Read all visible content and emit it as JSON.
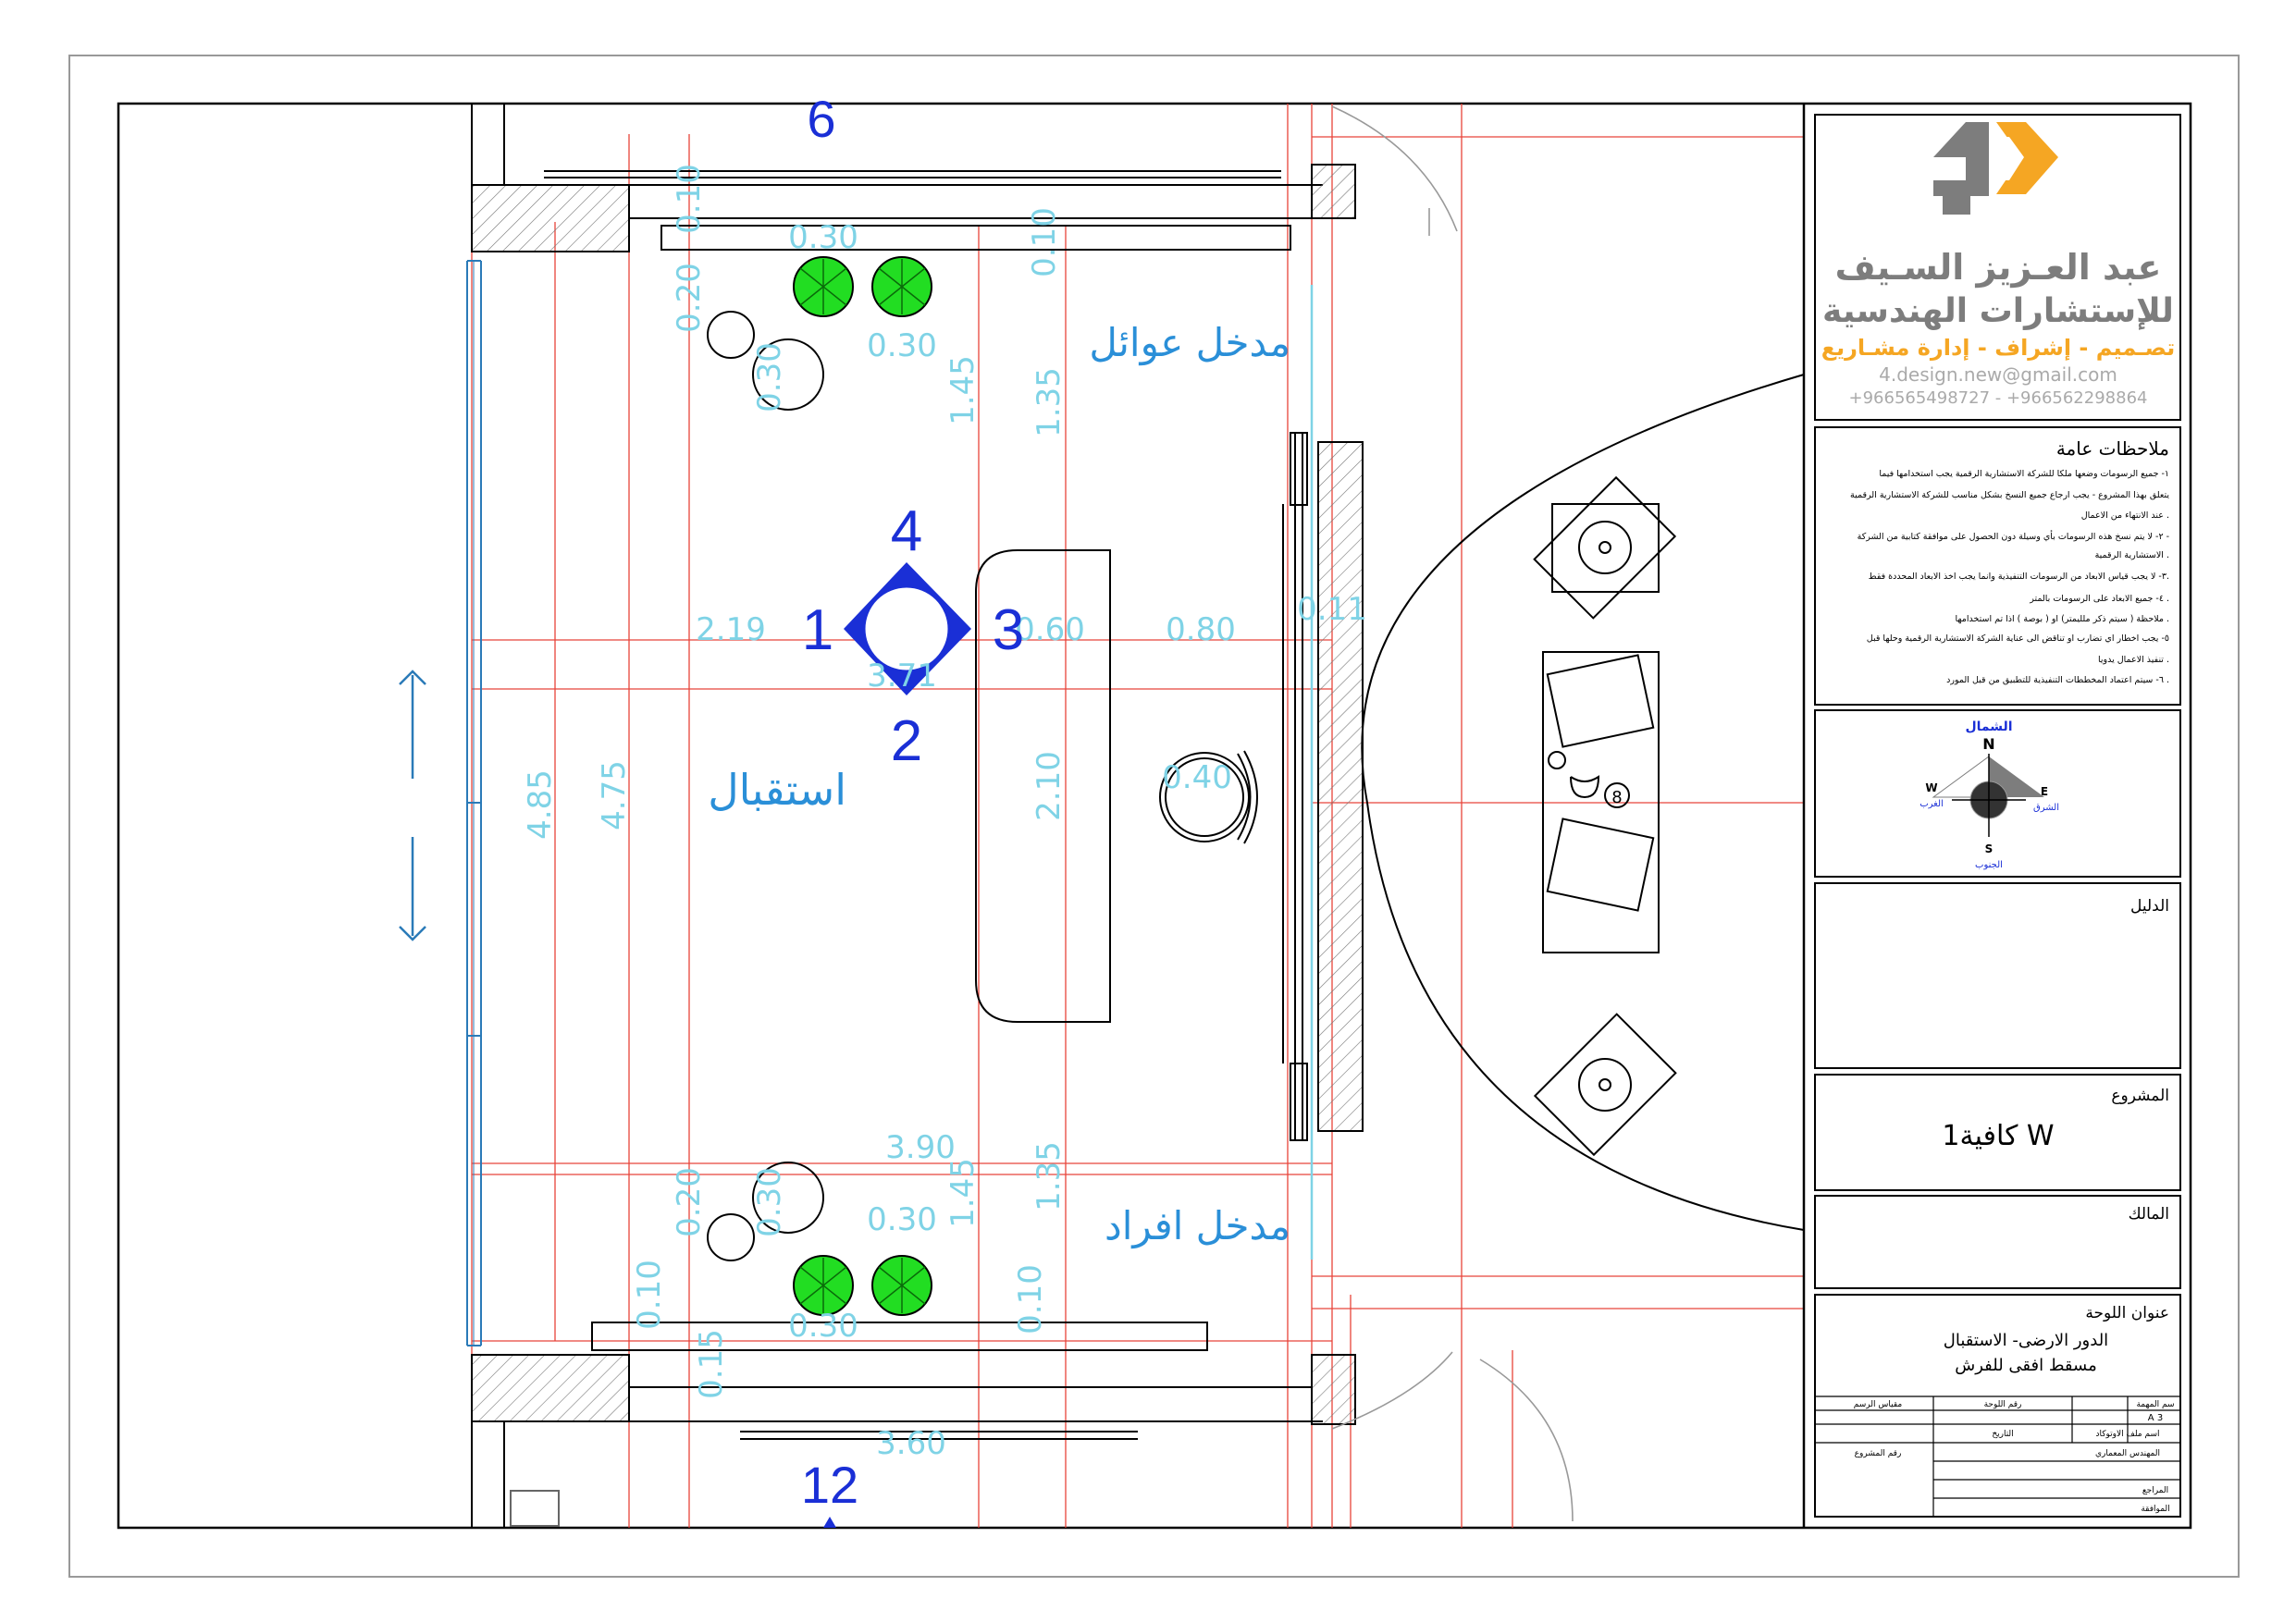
{
  "plan": {
    "room_labels": {
      "family_entrance": "مدخل عوائل",
      "individual_entrance": "مدخل افراد",
      "reception": "استقبال"
    },
    "markers": {
      "top_ref": "6",
      "bottom_ref": "12",
      "elev_top": "4",
      "elev_left": "1",
      "elev_right": "3",
      "elev_bottom": "2",
      "table_tag": "8"
    },
    "dimensions": {
      "d_0_30_a": "0.30",
      "d_0_30_b": "0.30",
      "d_0_30_c": "0.30",
      "d_0_30_d": "0.30",
      "d_0_30_e": "0.30",
      "d_0_30_f": "0.30",
      "d_0_20_a": "0.20",
      "d_0_20_b": "0.20",
      "d_0_10_a": "0.10",
      "d_0_10_b": "0.10",
      "d_0_10_c": "0.10",
      "d_0_10_d": "0.10",
      "d_1_45_a": "1.45",
      "d_1_45_b": "1.45",
      "d_1_35_a": "1.35",
      "d_1_35_b": "1.35",
      "d_2_19": "2.19",
      "d_0_60": "0.60",
      "d_0_80": "0.80",
      "d_0_11": "0.11",
      "d_3_71": "3.71",
      "d_4_85": "4.85",
      "d_4_75": "4.75",
      "d_2_10": "2.10",
      "d_0_40": "0.40",
      "d_3_90": "3.90",
      "d_0_15": "0.15",
      "d_3_60": "3.60"
    }
  },
  "title_block": {
    "company_line1": "عبد العـزيز السـيف",
    "company_line2": "للإستشارات الهندسية",
    "services": "تصـميم - إشراف - إدارة مشـاريع",
    "email": "4.design.new@gmail.com",
    "phones": "+966565498727 - +966562298864",
    "notes_title": "ملاحظات عامة",
    "notes": [
      "١- جميع الرسومات وضعها ملكا للشركة الاستشارية الرقمية يجب استخدامها فيما",
      "يتعلق بهذا المشروع - يجب ارجاع جميع النسخ بشكل مناسب للشركة الاستشارية الرقمية",
      "عند الانتهاء من الاعمال .",
      "٢- لا يتم نسخ هذه الرسومات بأي وسيلة دون الحصول على موافقة كتابية من الشركة -",
      "الاستشارية الرقمية .",
      "٣- لا يجب قياس الابعاد من الرسومات التنفيذية وانما يجب اخذ الابعاد المحددة فقط.",
      "٤- جميع الابعاد على الرسومات بالمتر .",
      "ملاحظة ( سيتم ذكر ملليمتر) او ( بوصة ) اذا تم استخدامها .",
      "٥- يجب اخطار اي تضارب او تناقض الى عناية الشركة الاستشارية الرقمية وحلها قبل",
      "تنفيذ الاعمال يدويا .",
      "٦- سيتم اعتماد المخططات التنفيذية للتطبيق من قبل المورد ."
    ],
    "compass": {
      "north_label": "الشمال",
      "n": "N",
      "e": "E",
      "w": "W",
      "s": "S",
      "east_ar": "الشرق",
      "west_ar": "الغرب",
      "south_ar": "الجنوب"
    },
    "legend_label": "الدليل",
    "project_label": "المشروع",
    "project_value": "كافية1 W",
    "owner_label": "المالك",
    "sheet_title_label": "عنوان اللوحة",
    "sheet_title_line1": "الدور الارضى- الاستقبال",
    "sheet_title_line2": "مسقط افقى للفرش",
    "table_headers": [
      "مقياس الرسم",
      "رقم اللوحة",
      "سم المهمة"
    ],
    "table_rows": [
      {
        "label": "اسم ملف الاوتوكاد",
        "value": "التاريخ"
      },
      {
        "label": "المهندس المعماري",
        "value": "رقم المشروع"
      },
      {
        "label": "المراجع",
        "value": ""
      },
      {
        "label": "الموافقة",
        "value": ""
      }
    ],
    "scale_value": "A 3"
  },
  "colors": {
    "wall": "#000000",
    "grid_red": "#e8443a",
    "dimension": "#7fd3e6",
    "marker_blue": "#1a2fd6",
    "label_blue": "#2a8fd8",
    "plant_green": "#22dd22",
    "logo_orange": "#f5a623",
    "logo_gray": "#7d7d7d"
  }
}
